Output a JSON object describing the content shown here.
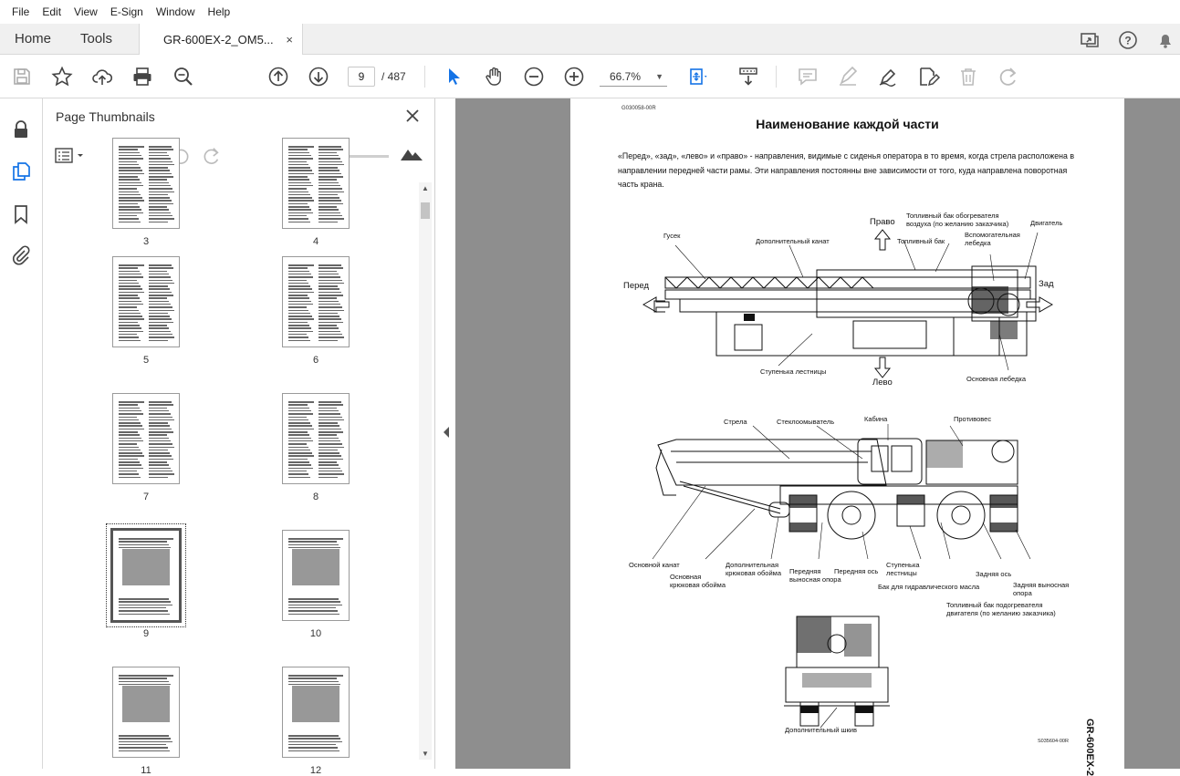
{
  "menu": [
    "File",
    "Edit",
    "View",
    "E-Sign",
    "Window",
    "Help"
  ],
  "tabs": {
    "home": "Home",
    "tools": "Tools",
    "document": "GR-600EX-2_OM5...",
    "close": "×"
  },
  "toolbar": {
    "page_current": "9",
    "page_total": "/ 487",
    "zoom": "66.7%"
  },
  "thumbnails": {
    "title": "Page Thumbnails",
    "pages": [
      {
        "label": "3"
      },
      {
        "label": "4"
      },
      {
        "label": "5"
      },
      {
        "label": "6"
      },
      {
        "label": "7"
      },
      {
        "label": "8"
      },
      {
        "label": "9",
        "selected": true
      },
      {
        "label": "10"
      },
      {
        "label": "11"
      },
      {
        "label": "12"
      }
    ]
  },
  "document": {
    "code_top": "G030058-00R",
    "title": "Наименование каждой части",
    "paragraph": "«Перед», «зад», «лево» и «право» - направления, видимые с сиденья оператора в то время, когда стрела расположена в направлении передней части рамы. Эти направления постоянны вне зависимости от того, куда направлена поворотная часть крана.",
    "top_view_labels": {
      "front": "Перед",
      "rear": "Зад",
      "right": "Право",
      "left": "Лево",
      "jib": "Гусек",
      "aux_rope": "Дополнительный канат",
      "fuel_tank_heater": "Топливный бак обогревателя воздуха (по желанию заказчика)",
      "fuel_tank": "Топливный бак",
      "engine": "Двигатель",
      "aux_winch": "Вспомогательная лебедка",
      "ladder_step": "Ступенька лестницы",
      "main_winch": "Основная лебедка"
    },
    "side_view_labels": {
      "boom": "Стрела",
      "washer": "Стеклоомыватель",
      "cab": "Кабина",
      "counterweight": "Противовес",
      "main_rope": "Основной канат",
      "main_hook": "Основная крюковая обойма",
      "aux_hook": "Дополнительная крюковая обойма",
      "front_outrigger": "Передняя выносная опора",
      "front_axle": "Передняя ось",
      "ladder_step": "Ступенька лестницы",
      "hydraulic_tank": "Бак для гидравлического масла",
      "rear_axle": "Задняя ось",
      "rear_outrigger": "Задняя выносная опора",
      "engine_heater_tank": "Топливный бак подогревателя двигателя (по желанию заказчика)"
    },
    "front_view_labels": {
      "aux_sheave": "Дополнительный шкив"
    },
    "code_bottom": "S035604-00R",
    "side_text": "GR-600EX-2"
  }
}
